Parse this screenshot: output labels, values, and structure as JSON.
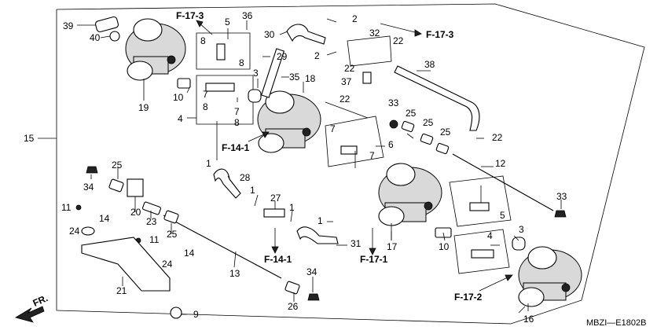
{
  "labels": {
    "n1a": "1",
    "n1b": "1",
    "n1c": "1",
    "n1d": "1",
    "n2a": "2",
    "n2b": "2",
    "n3a": "3",
    "n3b": "3",
    "n4a": "4",
    "n4b": "4",
    "n5a": "5",
    "n5b": "5",
    "n6": "6",
    "n7a": "7",
    "n7b": "7",
    "n7c": "7",
    "n7d": "7",
    "n8a": "8",
    "n8b": "8",
    "n8c": "8",
    "n8d": "8",
    "n9": "9",
    "n10a": "10",
    "n10b": "10",
    "n11a": "11",
    "n11b": "11",
    "n12": "12",
    "n13": "13",
    "n14a": "14",
    "n14b": "14",
    "n15": "15",
    "n16": "16",
    "n17": "17",
    "n18": "18",
    "n19": "19",
    "n20": "20",
    "n21": "21",
    "n22a": "22",
    "n22b": "22",
    "n22c": "22",
    "n22d": "22",
    "n23": "23",
    "n24a": "24",
    "n24b": "24",
    "n25a": "25",
    "n25b": "25",
    "n25c": "25",
    "n25d": "25",
    "n25e": "25",
    "n26": "26",
    "n27": "27",
    "n28": "28",
    "n29": "29",
    "n30": "30",
    "n31": "31",
    "n32": "32",
    "n33a": "33",
    "n33b": "33",
    "n34a": "34",
    "n34b": "34",
    "n35": "35",
    "n36": "36",
    "n37": "37",
    "n38": "38",
    "n39": "39",
    "n40": "40"
  },
  "refs": {
    "f173_top_left": "F-17-3",
    "f173_top_right": "F-17-3",
    "f141_left": "F-14-1",
    "f141_bottom": "F-14-1",
    "f171": "F-17-1",
    "f172": "F-17-2"
  },
  "direction_label": "FR.",
  "diagram_code": "MBZI—E1802B"
}
